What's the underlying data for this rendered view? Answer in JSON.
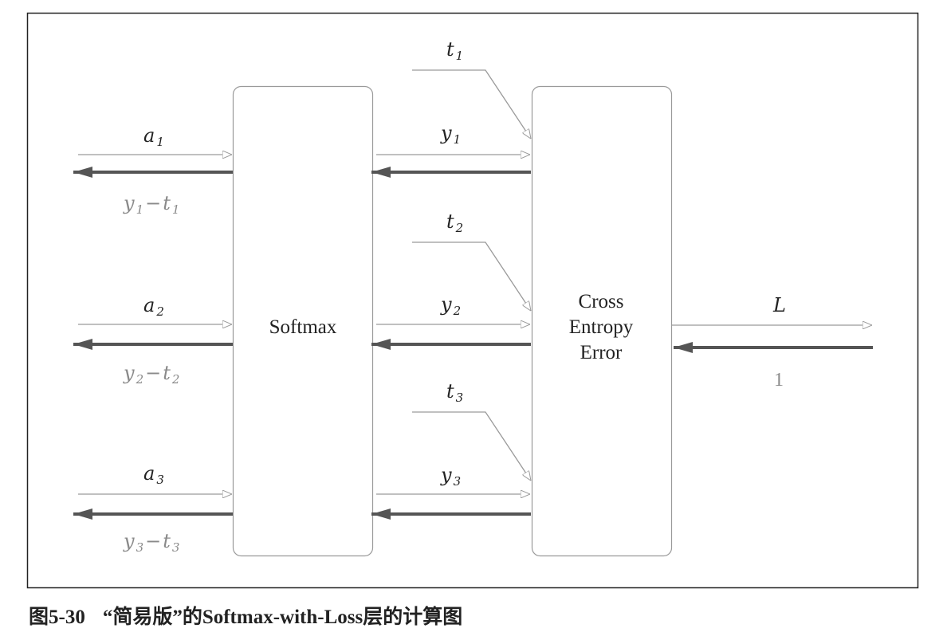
{
  "nodes": {
    "softmax": {
      "label": "Softmax"
    },
    "cross_entropy": {
      "lines": [
        "Cross",
        "Entropy",
        "Error"
      ]
    }
  },
  "rows": [
    {
      "a": "a",
      "sub": "1",
      "y": "y",
      "t": "t",
      "grad_y": "y",
      "grad_t": "t",
      "minus": "−"
    },
    {
      "a": "a",
      "sub": "2",
      "y": "y",
      "t": "t",
      "grad_y": "y",
      "grad_t": "t",
      "minus": "−"
    },
    {
      "a": "a",
      "sub": "3",
      "y": "y",
      "t": "t",
      "grad_y": "y",
      "grad_t": "t",
      "minus": "−"
    }
  ],
  "output": {
    "label": "L",
    "grad": "1"
  },
  "caption": {
    "number": "图5-30",
    "text": "“简易版”的Softmax-with-Loss层的计算图"
  },
  "colors": {
    "frame": "#222222",
    "thin_arrow": "#9a9a9a",
    "thick_arrow": "#555555",
    "box": "#9a9a9a"
  }
}
